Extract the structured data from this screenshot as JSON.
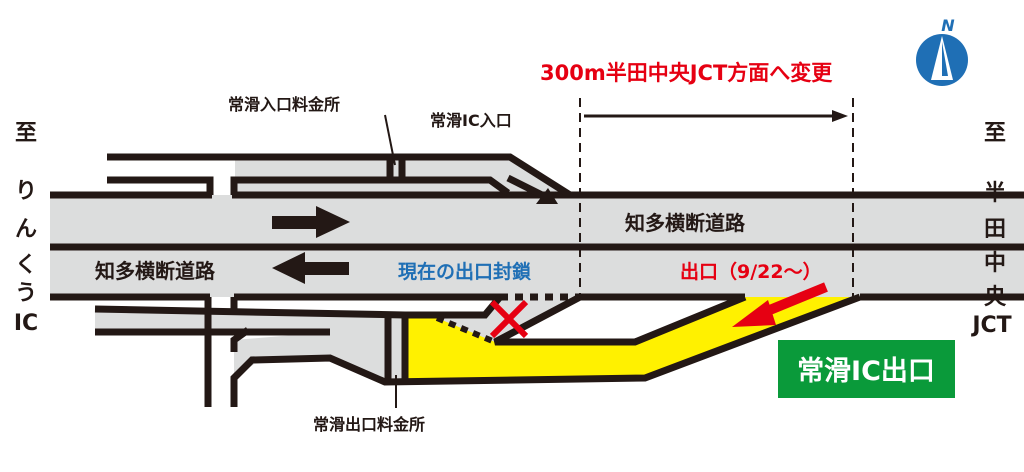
{
  "labels": {
    "change_notice": "300m半田中央JCT方面へ変更",
    "tollgate_entrance": "常滑入口料金所",
    "ic_entrance": "常滑IC入口",
    "road_name_upper": "知多横断道路",
    "road_name_lower": "知多横断道路",
    "current_exit_closed": "現在の出口封鎖",
    "new_exit": "出口（9/22～）",
    "tollgate_exit": "常滑出口料金所",
    "ic_exit_sign": "常滑IC出口",
    "compass_n": "N",
    "left_to": "至",
    "left_dest": [
      "り",
      "ん",
      "く",
      "う",
      "IC"
    ],
    "right_to": "至",
    "right_dest": [
      "半",
      "田",
      "中",
      "央",
      "JCT"
    ]
  },
  "colors": {
    "closed_text": "#1f6fb5",
    "new_exit_text": "#e60012",
    "yellow": "#fff100",
    "green": "#0a9a3a",
    "road": "#dcdddd",
    "compass": "#1f6fb5"
  }
}
